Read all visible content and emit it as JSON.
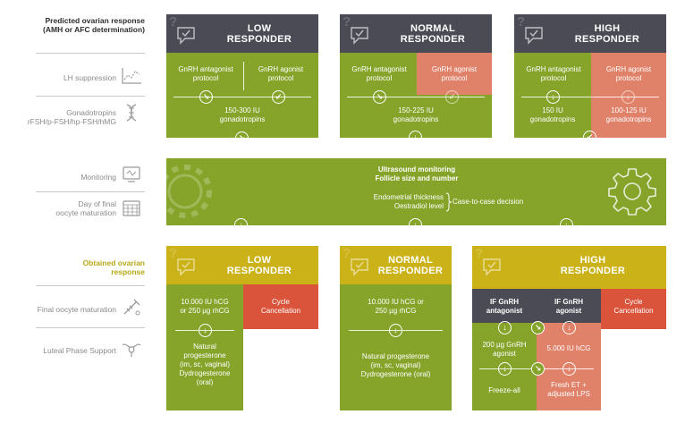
{
  "left_labels": {
    "predicted": "Predicted ovarian response\n(AMH or AFC determination)",
    "lh": "LH suppression",
    "gonadotropins": "Gonadotropins\nrFSH/p-FSH/hp-FSH/hMG",
    "monitoring": "Monitoring",
    "day_final": "Day of final\noocyte maturation",
    "obtained": "Obtained ovarian\nresponse",
    "final_oocyte": "Final oocyte maturation",
    "luteal": "Luteal Phase Support"
  },
  "predicted": {
    "low": {
      "title": "LOW\nRESPONDER",
      "antagonist": "GnRH antagonist\nprotocol",
      "agonist": "GnRH agonist\nprotocol",
      "dose": "150-300 IU\ngonadotropins"
    },
    "normal": {
      "title": "NORMAL\nRESPONDER",
      "antagonist": "GnRH antagonist\nprotocol",
      "agonist": "GnRH agonist\nprotocol",
      "dose": "150-225 IU\ngonadotropins"
    },
    "high": {
      "title": "HIGH\nRESPONDER",
      "antagonist": "GnRH antagonist\nprotocol",
      "agonist": "GnRH agonist\nprotocol",
      "dose_antagonist": "150 IU\ngonadotropins",
      "dose_agonist": "100-125 IU\ngonadotropins"
    }
  },
  "monitoring": {
    "line1": "Ultrasound monitoring",
    "line2": "Follicle size and number",
    "endo": "Endometrial thickness\nOestradiol level",
    "decision": "Case-to-case decision"
  },
  "obtained": {
    "low": {
      "title": "LOW\nRESPONDER",
      "hcg": "10.000 IU hCG\nor 250 µg rhCG",
      "cancel": "Cycle\nCancellation",
      "luteal": "Natural\nprogesterone\n(im, sc, vaginal)\nDydrogesterone\n(oral)"
    },
    "normal": {
      "title": "NORMAL\nRESPONDER",
      "hcg": "10.000 IU hCG or\n250 µg rhCG",
      "luteal": "Natural progesterone\n(im, sc, vaginal)\nDydrogesterone (oral)"
    },
    "high": {
      "title": "HIGH\nRESPONDER",
      "if_antagonist": "IF GnRH\nantagonist",
      "if_agonist": "IF GnRH\nagonist",
      "cancel": "Cycle\nCancellation",
      "agonist_dose": "200 µg GnRH\nagonist",
      "hcg": "5.000 IU hCG",
      "freeze": "Freeze-all",
      "fresh": "Fresh ET +\nadjusted LPS"
    }
  },
  "colors": {
    "green": "#86a42a",
    "dark": "#4a4b55",
    "yellow": "#ccb219",
    "salmon": "#e0826a",
    "red": "#d9543b"
  },
  "icons": [
    "question-check-icon",
    "chart-icon",
    "dna-icon",
    "monitor-icon",
    "calendar-icon",
    "syringe-icon",
    "uterus-icon",
    "gear-icon"
  ]
}
